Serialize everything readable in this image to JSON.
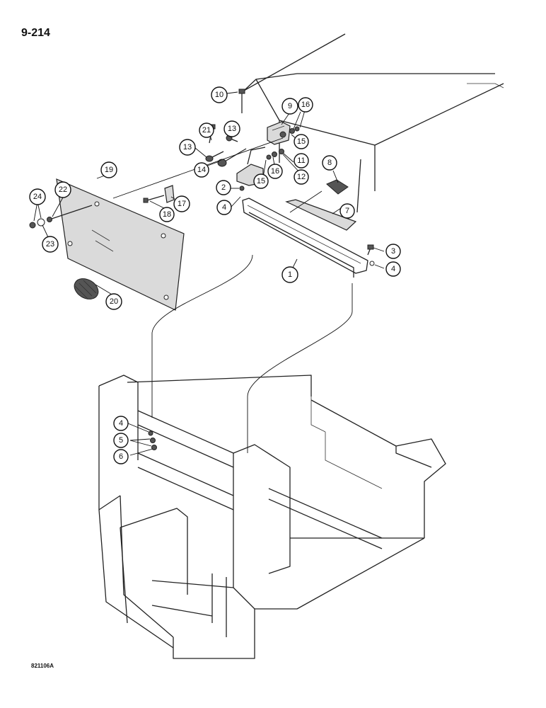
{
  "page_number": "9-214",
  "drawing_code": "821106A",
  "callouts": {
    "c1": "1",
    "c2": "2",
    "c3": "3",
    "c4a": "4",
    "c4b": "4",
    "c4c": "4",
    "c5": "5",
    "c6": "6",
    "c7": "7",
    "c8": "8",
    "c9": "9",
    "c10": "10",
    "c11": "11",
    "c12": "12",
    "c13a": "13",
    "c13b": "13",
    "c14": "14",
    "c15a": "15",
    "c15b": "15",
    "c16a": "16",
    "c16b": "16",
    "c17": "17",
    "c18": "18",
    "c19": "19",
    "c20": "20",
    "c21": "21",
    "c22": "22",
    "c23": "23",
    "c24": "24"
  }
}
